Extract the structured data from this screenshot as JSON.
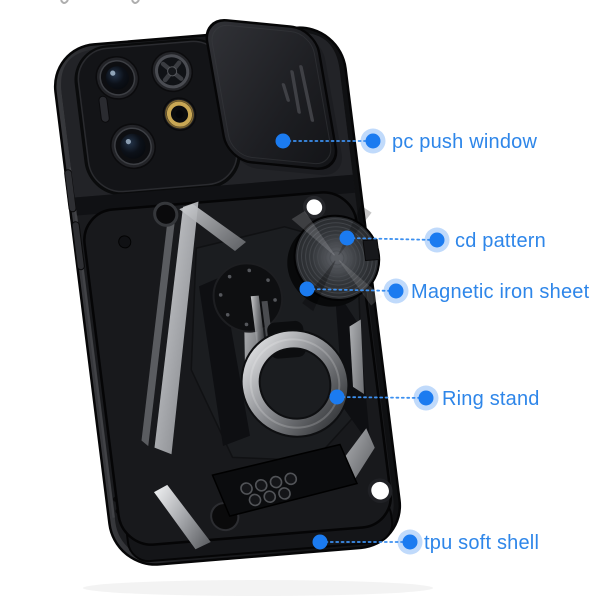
{
  "figure": {
    "type": "product-callout-diagram",
    "subject": "black armor phone case with slide camera cover, cd-pattern disc and ring stand"
  },
  "annotations": [
    {
      "label": "pc push window",
      "marker": "callout-dot"
    },
    {
      "label": "cd pattern",
      "marker": "callout-dot"
    },
    {
      "label": "Magnetic iron sheet",
      "marker": "callout-dot"
    },
    {
      "label": "Ring stand",
      "marker": "callout-dot"
    },
    {
      "label": "tpu soft shell",
      "marker": "callout-dot"
    }
  ],
  "colors": {
    "background": "#ffffff",
    "label_blue": "#2e86e9",
    "dot_blue": "#1b7bf0",
    "leader_blue": "#3c90f0",
    "case_black": "#17181a",
    "silver_accent": "#c9cbce",
    "gold_lens_ring": "#c9a754"
  },
  "artifacts": {
    "top_edge_glyph_remnants": 2
  }
}
